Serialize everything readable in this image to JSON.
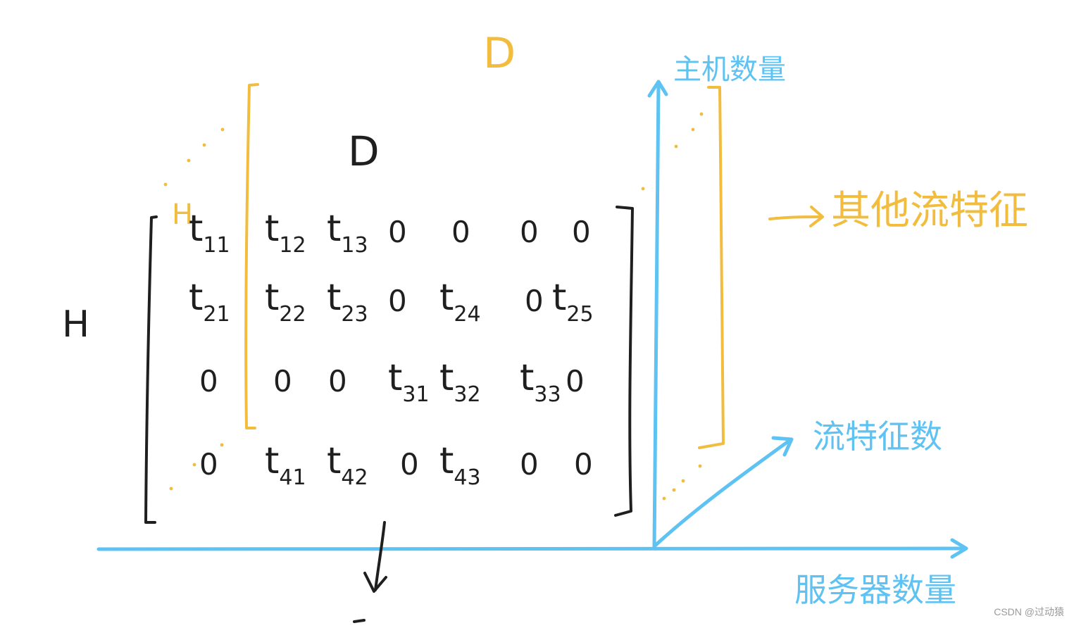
{
  "colors": {
    "ink": "#1f1f1f",
    "yellow": "#f2bd3f",
    "blue": "#5ec2f2"
  },
  "labels": {
    "top_d_yellow": "D",
    "inner_d": "D",
    "yellow_h": "H",
    "left_h": "H",
    "axis_up": "主机数量",
    "axis_right": "服务器数量",
    "axis_diag": "流特征数",
    "other_features": "其他流特征",
    "watermark": "CSDN @过动猿"
  },
  "matrix": {
    "rows": [
      [
        "t11",
        "t12",
        "t13",
        "0",
        "0",
        "0",
        "0"
      ],
      [
        "t21",
        "t22",
        "t23",
        "0",
        "t24",
        "0",
        "t25"
      ],
      [
        "0",
        "0",
        "0",
        "t31",
        "t32",
        "t33",
        "0"
      ],
      [
        "0",
        "t41",
        "t42",
        "0",
        "t43",
        "0",
        "0"
      ]
    ]
  },
  "icons": {
    "down_arrow": "arrow-down-icon",
    "right_arrow": "arrow-right-icon",
    "up_arrow": "arrow-up-icon",
    "diag_arrow": "arrow-diagonal-icon"
  }
}
